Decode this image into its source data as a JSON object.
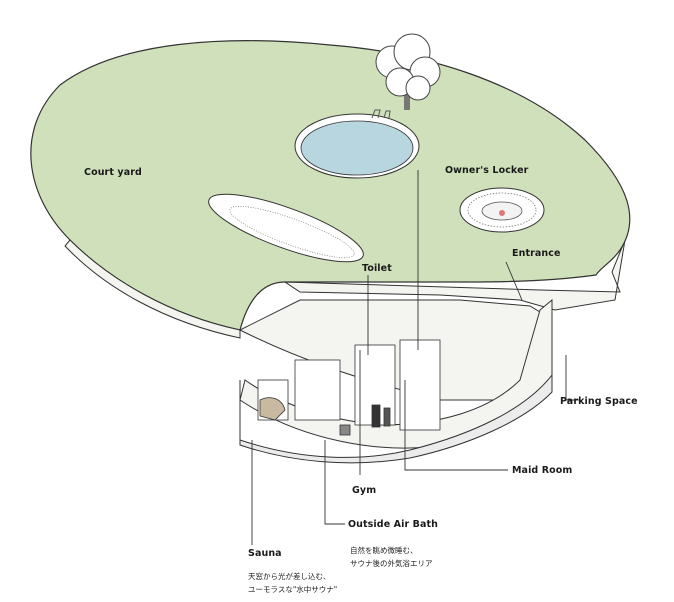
{
  "labels": {
    "courtyard": "Court yard",
    "owners_locker": "Owner's Locker",
    "entrance": "Entrance",
    "toilet": "Toilet",
    "parking_space": "Parking Space",
    "maid_room": "Maid Room",
    "gym": "Gym",
    "outside_air_bath": "Outside Air Bath",
    "sauna": "Sauna"
  },
  "notes": {
    "outside_air_bath": [
      "自然を眺め微睡む、",
      "サウナ後の外気浴エリア"
    ],
    "sauna": [
      "天窓から光が差し込む、",
      "ユーモラスな\"水中サウナ\""
    ]
  },
  "colors": {
    "lawn": "#cfe0bb",
    "pond": "#b8d6e0",
    "line": "#333333",
    "wall": "#f4f4f0"
  }
}
